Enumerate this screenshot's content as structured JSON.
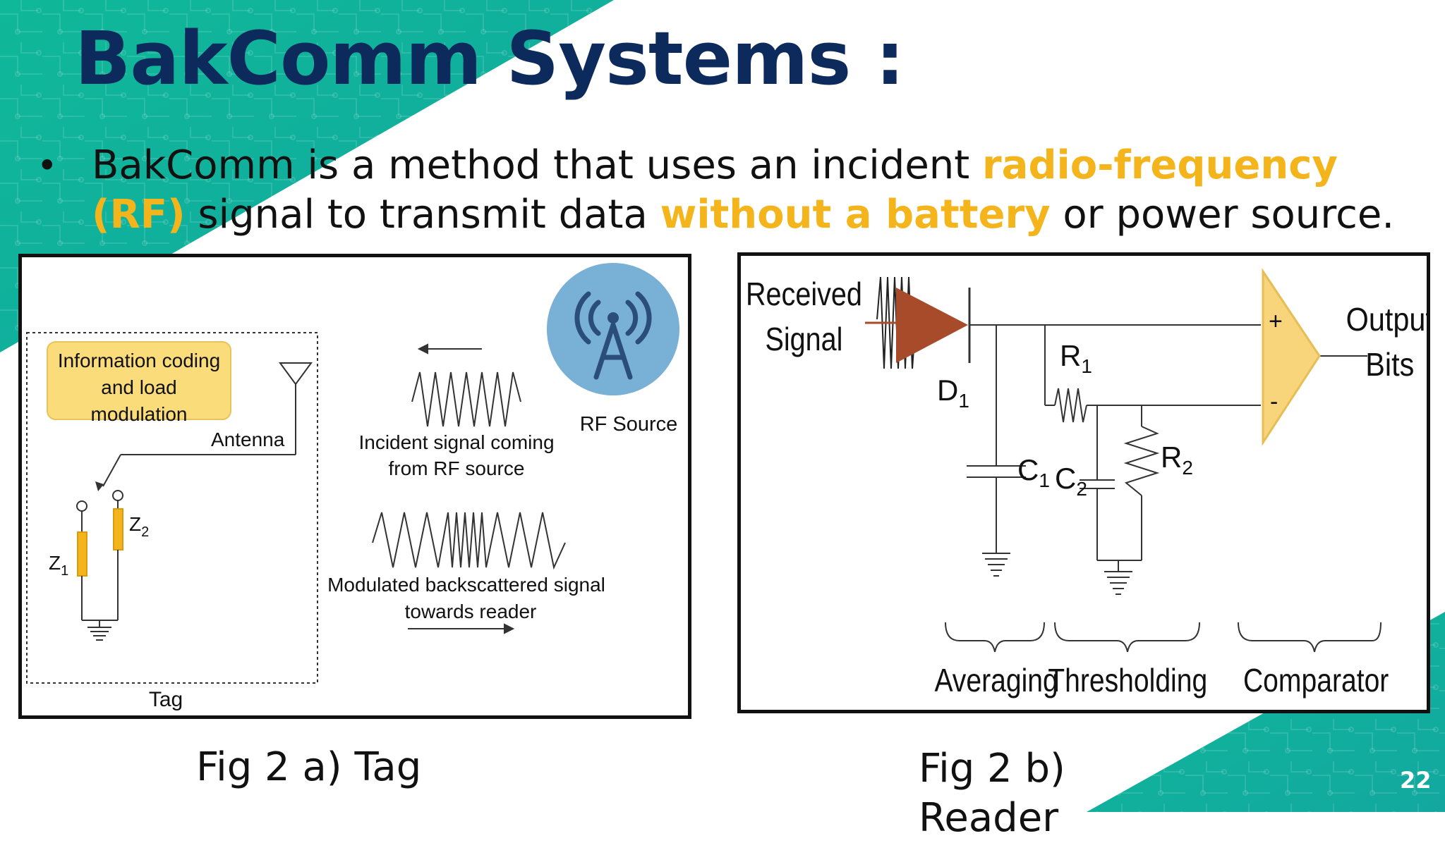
{
  "slide": {
    "title": "BakComm Systems :",
    "bullet": {
      "part1": "BakComm is a method that uses an incident ",
      "highlight1": "radio-frequency (RF)",
      "part2": " signal to transmit data ",
      "highlight2": "without a battery",
      "part3": " or power source."
    },
    "page_number": "22"
  },
  "colors": {
    "teal": "#0fb898",
    "title": "#0d2a5c",
    "highlight": "#f4b51c"
  },
  "figure_a": {
    "info_box": [
      "Information coding",
      "and load",
      "modulation"
    ],
    "antenna": "Antenna",
    "z1": "Z",
    "z1_sub": "1",
    "z2": "Z",
    "z2_sub": "2",
    "tag": "Tag",
    "incident": [
      "Incident signal coming",
      "from RF source"
    ],
    "modulated": [
      "Modulated backscattered signal",
      "towards reader"
    ],
    "rf_source": "RF Source",
    "icon": "rf-tower-icon"
  },
  "figure_b": {
    "received": [
      "Received",
      "Signal"
    ],
    "d1": "D",
    "d1_sub": "1",
    "c1": "C",
    "c1_sub": "1",
    "r1": "R",
    "r1_sub": "1",
    "c2": "C",
    "c2_sub": "2",
    "r2": "R",
    "r2_sub": "2",
    "plus": "+",
    "minus": "-",
    "output": [
      "Output",
      "Bits"
    ],
    "averaging": "Averaging",
    "thresholding": "Thresholding",
    "comparator": "Comparator"
  },
  "captions": {
    "a": "Fig 2 a) Tag",
    "b": "Fig 2 b) Reader"
  }
}
